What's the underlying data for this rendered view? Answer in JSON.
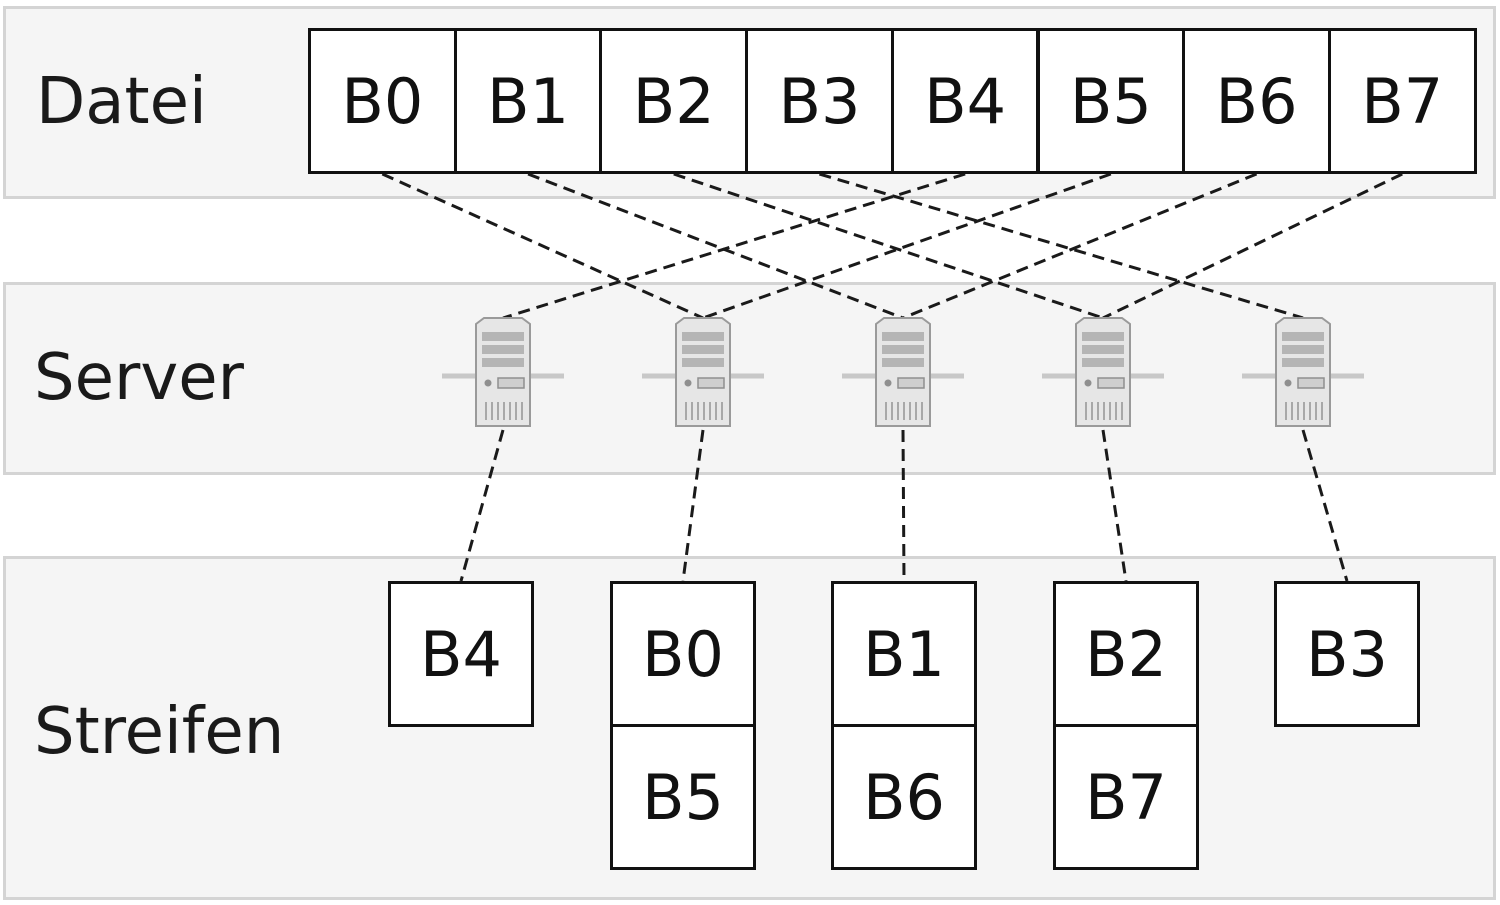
{
  "rows": {
    "file": {
      "label": "Datei"
    },
    "servers": {
      "label": "Server"
    },
    "stripes": {
      "label": "Streifen"
    }
  },
  "file_blocks": [
    "B0",
    "B1",
    "B2",
    "B3",
    "B4",
    "B5",
    "B6",
    "B7"
  ],
  "servers": [
    {
      "id": "server-1",
      "icon": "server-icon"
    },
    {
      "id": "server-2",
      "icon": "server-icon"
    },
    {
      "id": "server-3",
      "icon": "server-icon"
    },
    {
      "id": "server-4",
      "icon": "server-icon"
    },
    {
      "id": "server-5",
      "icon": "server-icon"
    }
  ],
  "stripes": [
    [
      "B4"
    ],
    [
      "B0",
      "B5"
    ],
    [
      "B1",
      "B6"
    ],
    [
      "B2",
      "B7"
    ],
    [
      "B3"
    ]
  ],
  "assignment": [
    {
      "block": "B0",
      "server": 1
    },
    {
      "block": "B1",
      "server": 2
    },
    {
      "block": "B2",
      "server": 3
    },
    {
      "block": "B3",
      "server": 4
    },
    {
      "block": "B4",
      "server": 0
    },
    {
      "block": "B5",
      "server": 1
    },
    {
      "block": "B6",
      "server": 2
    },
    {
      "block": "B7",
      "server": 3
    }
  ],
  "colors": {
    "band_fill": "#f5f5f5",
    "band_border": "#d4d4d4",
    "line": "#1a1a1a"
  }
}
